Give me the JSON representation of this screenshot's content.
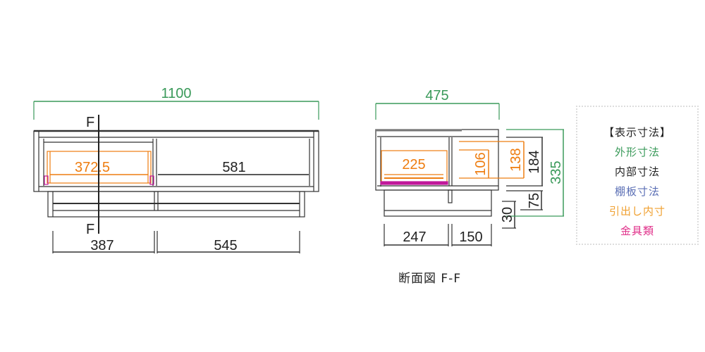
{
  "front_view": {
    "overall_width": "1100",
    "drawer_inner_width": "372.5",
    "inner_width_right": "581",
    "bottom_left": "387",
    "bottom_right": "545",
    "section_marker_top": "F",
    "section_marker_bottom": "F"
  },
  "section_view": {
    "overall_depth": "475",
    "drawer_inner_depth": "225",
    "drawer_inner_height_1": "106",
    "drawer_inner_height_2": "138",
    "inner_height": "184",
    "base_height": "75",
    "overall_height": "335",
    "plinth_height": "30",
    "bottom_left": "247",
    "bottom_right": "150",
    "caption": "断面図 F-F"
  },
  "legend": {
    "title": "【表示寸法】",
    "items": [
      {
        "label": "外形寸法",
        "color": "#3a9a5a"
      },
      {
        "label": "内部寸法",
        "color": "#222222"
      },
      {
        "label": "棚板寸法",
        "color": "#5b6fb5"
      },
      {
        "label": "引出し内寸",
        "color": "#f0a030"
      },
      {
        "label": "金具類",
        "color": "#e0308a"
      }
    ]
  },
  "colors": {
    "outer": "#3a9a5a",
    "inner": "#222222",
    "drawer": "#ee7d10",
    "hardware": "#c0189a"
  }
}
